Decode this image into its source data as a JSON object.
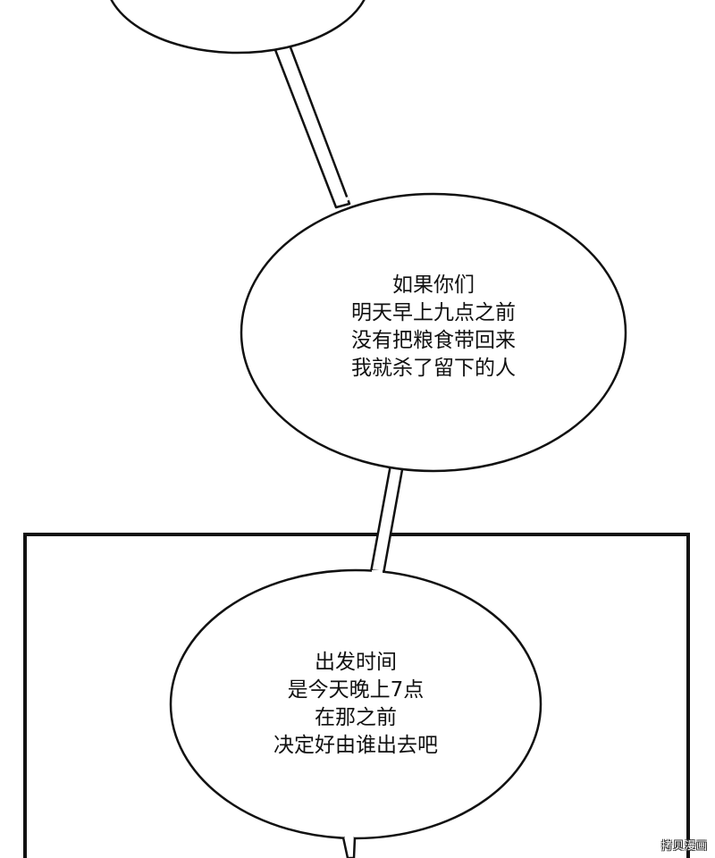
{
  "bubbles": [
    {
      "lines": [
        "如果你们",
        "明天早上九点之前",
        "没有把粮食带回来",
        "我就杀了留下的人"
      ]
    },
    {
      "lines": [
        "出发时间",
        "是今天晚上7点",
        "在那之前",
        "决定好由谁出去吧"
      ]
    }
  ],
  "watermark": "拷贝漫画"
}
